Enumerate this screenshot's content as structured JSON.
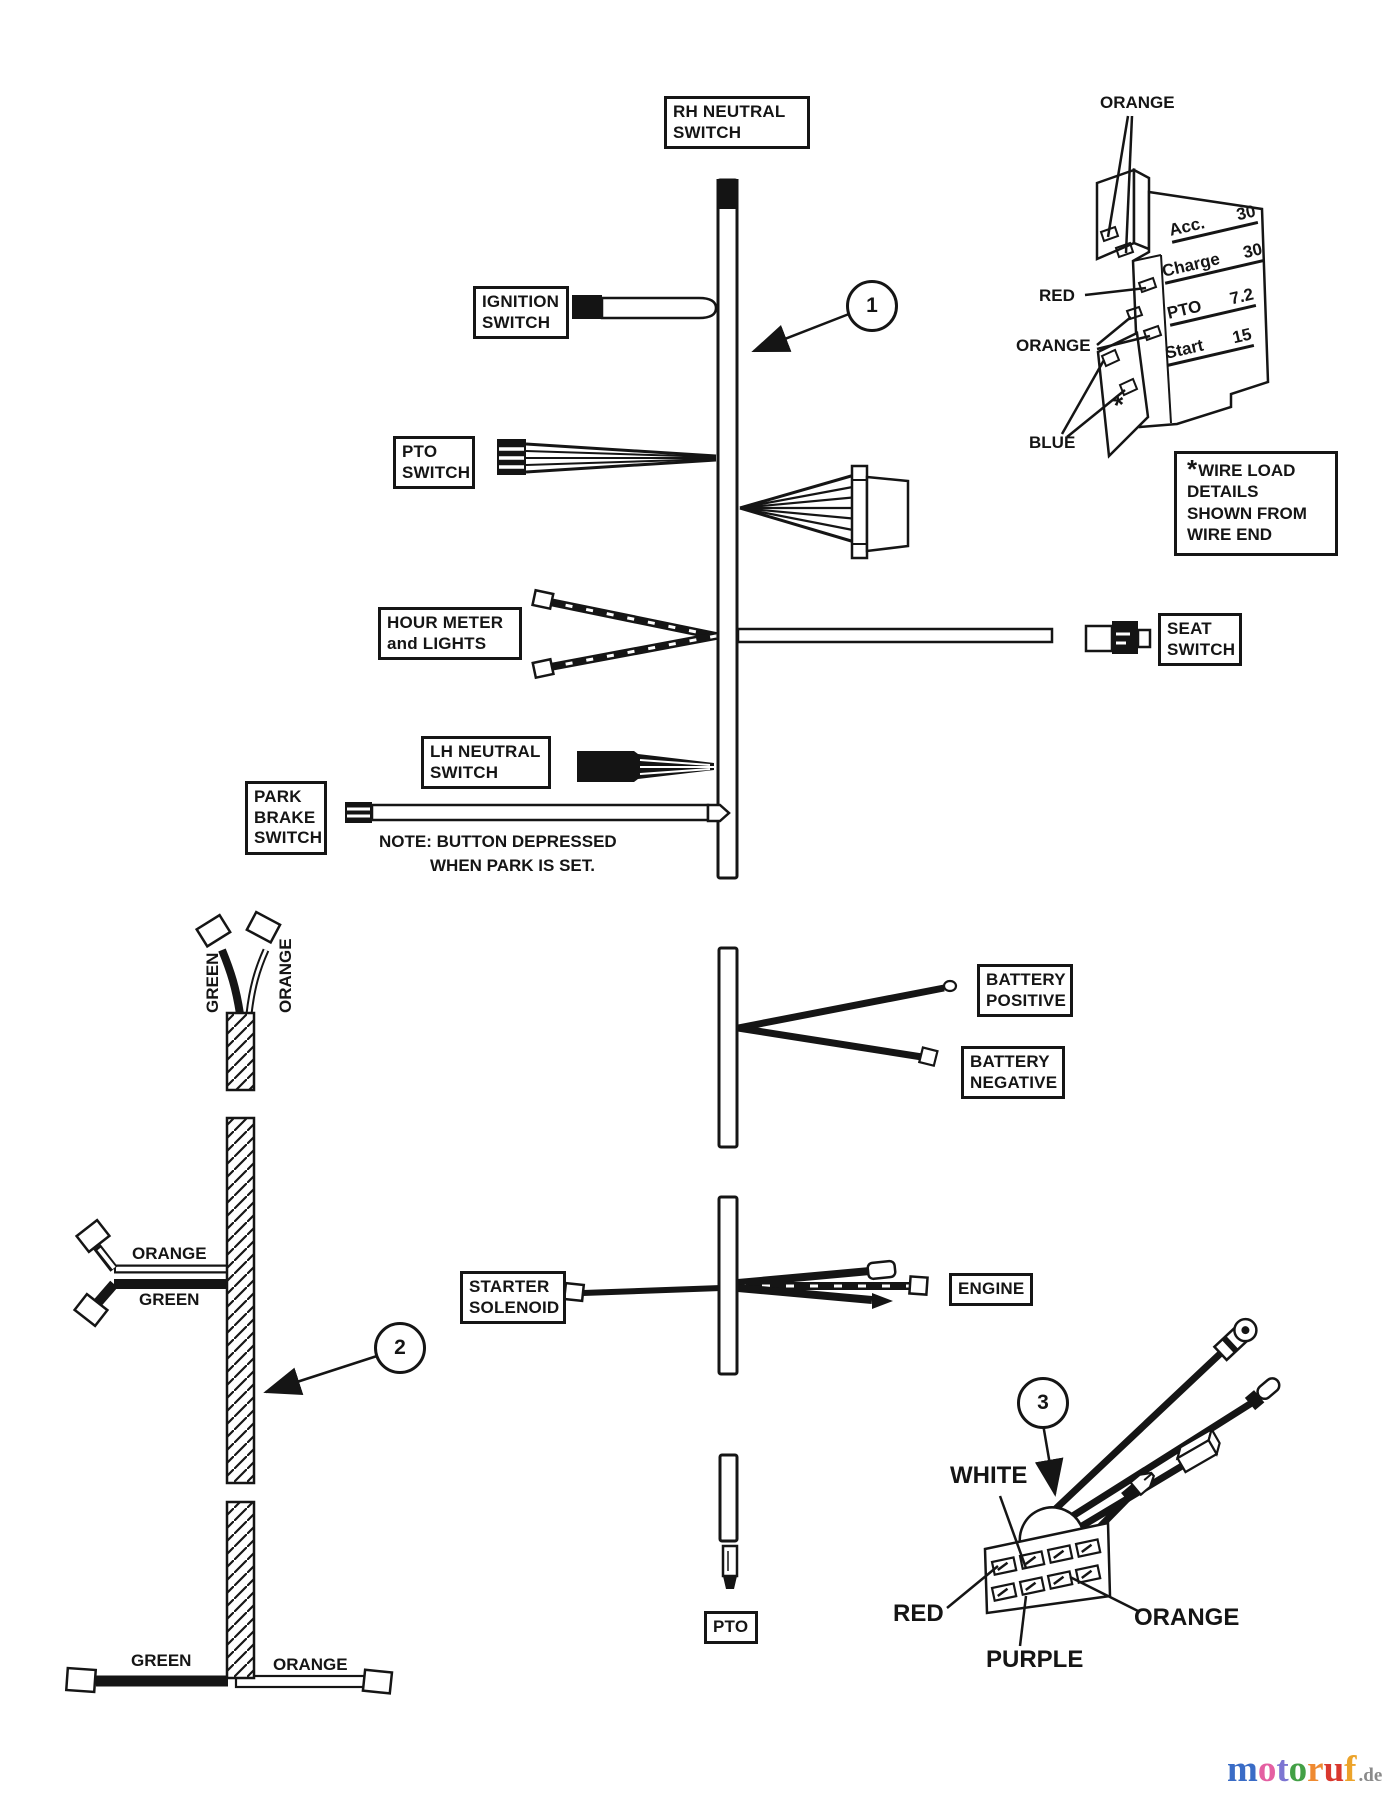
{
  "diagram": {
    "harness1": {
      "rh_neutral_switch": "RH NEUTRAL SWITCH",
      "ignition_switch": "IGNITION SWITCH",
      "pto_switch": "PTO SWITCH",
      "hour_meter": "HOUR METER and LIGHTS",
      "lh_neutral_switch": "LH NEUTRAL SWITCH",
      "park_brake_switch": "PARK BRAKE SWITCH",
      "park_note_line1": "NOTE: BUTTON DEPRESSED",
      "park_note_line2": "WHEN PARK IS SET.",
      "seat_switch": "SEAT SWITCH",
      "callout": "1"
    },
    "fuse_block": {
      "rows": [
        {
          "name": "Acc.",
          "value": "30"
        },
        {
          "name": "Charge",
          "value": "30"
        },
        {
          "name": "PTO",
          "value": "7.2"
        },
        {
          "name": "Start",
          "value": "15"
        }
      ],
      "wire_orange_top": "ORANGE",
      "wire_red": "RED",
      "wire_orange_mid": "ORANGE",
      "wire_blue": "BLUE",
      "asterisk": "*"
    },
    "wire_load_note": {
      "asterisk": "*",
      "lines": [
        "WIRE LOAD",
        "DETAILS",
        "SHOWN FROM",
        "WIRE END"
      ]
    },
    "battery": {
      "positive": "BATTERY POSITIVE",
      "negative": "BATTERY NEGATIVE"
    },
    "starter": {
      "starter_solenoid": "STARTER SOLENOID",
      "engine": "ENGINE"
    },
    "pto_connector": {
      "label": "PTO"
    },
    "harness2": {
      "callout": "2",
      "top_green": "GREEN",
      "top_orange": "ORANGE",
      "mid_orange": "ORANGE",
      "mid_green": "GREEN",
      "bottom_green": "GREEN",
      "bottom_orange": "ORANGE"
    },
    "connector3": {
      "callout": "3",
      "white": "WHITE",
      "red": "RED",
      "purple": "PURPLE",
      "orange": "ORANGE"
    }
  },
  "logo": {
    "letters": [
      {
        "ch": "m",
        "color": "#3a6cc6"
      },
      {
        "ch": "o",
        "color": "#e45fa2"
      },
      {
        "ch": "t",
        "color": "#7d75d2"
      },
      {
        "ch": "o",
        "color": "#43a046"
      },
      {
        "ch": "r",
        "color": "#ef8a31"
      },
      {
        "ch": "u",
        "color": "#d9382e"
      },
      {
        "ch": "f",
        "color": "#eca32a"
      }
    ],
    "suffix": ".de",
    "suffix_color": "#8a8a8a"
  }
}
